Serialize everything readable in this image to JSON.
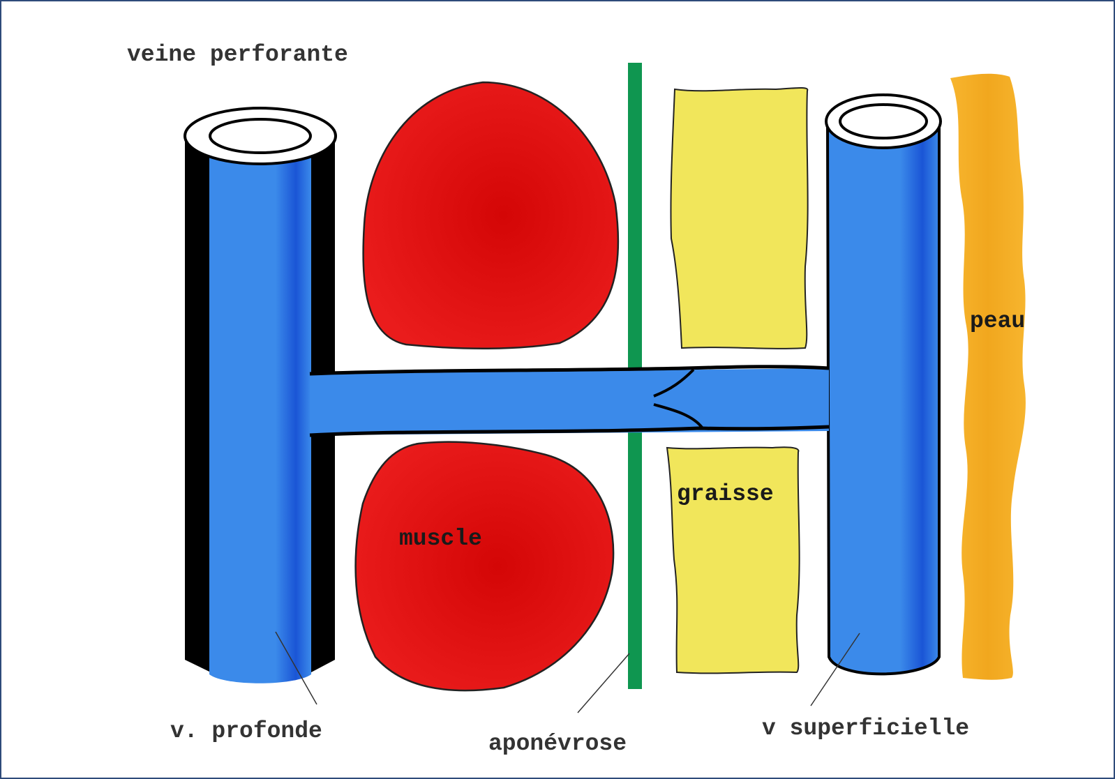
{
  "diagram": {
    "labels": {
      "perforating_vein": "veine perforante",
      "deep_vein": "v. profonde",
      "fascia": "aponévrose",
      "superficial_vein": "v superficielle",
      "skin": "peau",
      "fat": "graisse",
      "muscle": "muscle"
    },
    "colors": {
      "vein_blue": "#3b8aea",
      "vein_shadow": "#1a55d6",
      "muscle_red": "#e41a1a",
      "fascia_green": "#0f9650",
      "fat_yellow": "#f1e65b",
      "skin_orange": "#f4ae2a",
      "outline": "#000000",
      "frame_border": "#2e4a7a"
    }
  }
}
